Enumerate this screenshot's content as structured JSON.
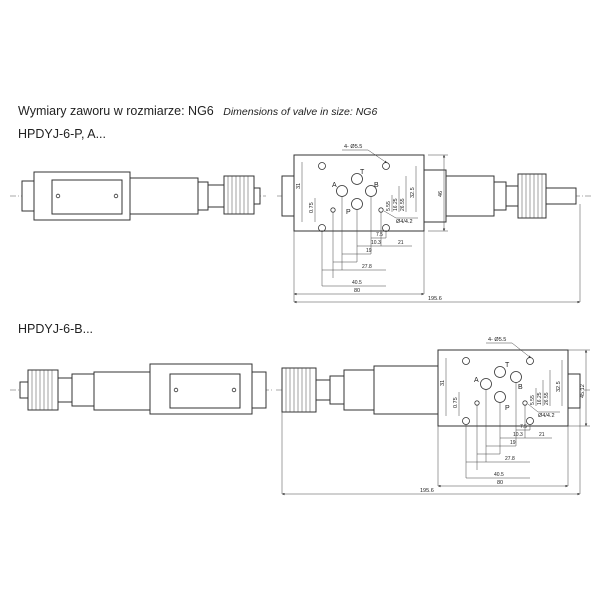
{
  "title": {
    "pl": "Wymiary zaworu w rozmiarze: NG6",
    "en": "Dimensions of valve in size: NG6"
  },
  "models": {
    "top": "HPDYJ-6-P, A...",
    "bottom": "HPDYJ-6-B..."
  },
  "dims": {
    "holes": "4- Ø5.5",
    "ports": "Ø4/4.2",
    "port_A": "A",
    "port_B": "B",
    "port_T": "T",
    "port_P": "P",
    "d0_75": "0.75",
    "d31": "31",
    "d5_55": "5.55",
    "d16_25": "16.25",
    "d26_55": "26.55",
    "d32_5": "32.5",
    "d46": "46",
    "d45_12": "45.12",
    "d7_5": "7.5",
    "d10_3": "10.3",
    "d21": "21",
    "d19": "19",
    "d27_8": "27.8",
    "d40_5": "40.5",
    "d80": "80",
    "d195_6": "195.6"
  }
}
